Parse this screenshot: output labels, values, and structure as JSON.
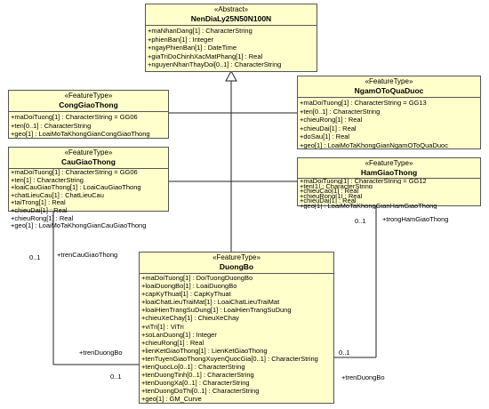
{
  "classes": {
    "abstract": {
      "stereotype": "«Abstract»",
      "name": "NenDiaLy25N50N100N",
      "attributes": [
        "+maNhanDang[1] : CharacterString",
        "+phienBan[1] : Integer",
        "+ngayPhienBan[1] : DateTime",
        "+giaTriDoChinhXacMatPhang[1] : Real",
        "+nguyenNhanThayDoi[0..1] : CharacterString"
      ]
    },
    "congGiaoThong": {
      "stereotype": "«FeatureType»",
      "name": "CongGiaoThong",
      "attributes": [
        "+maDoiTuong[1] : CharacterString = GG06",
        "+ten[0..1] : CharacterString",
        "+geo[1] : LoaiMoTaKhongGianCongGiaoThong"
      ]
    },
    "ngamOTo": {
      "stereotype": "«FeatureType»",
      "name": "NgamOToQuaDuoc",
      "attributes": [
        "+maDoiTuong[1] : CharacterString = GG13",
        "+ten[0..1] : CharacterString",
        "+chieuRong[1] : Real",
        "+chieuDai[1] : Real",
        "+doSau[1] : Real",
        "+geo[1] : LoaiMoTaKhongGianNgamOToQuaDuoc"
      ]
    },
    "cauGiaoThong": {
      "stereotype": "«FeatureType»",
      "name": "CauGiaoThong",
      "attributes": [
        "+maDoiTuong[1] : CharacterString = GG06",
        "+ten[1] : CharacterString",
        "+loaiCauGiaoThong[1] : LoaiCauGiaoThong",
        "+chatLieuCau[1] : ChatLieuCau",
        "+taiTrong[1] : Real",
        "+chieuDai[1] : Real",
        "+chieuRong[1] : Real",
        "+geo[1] : LoaiMoTaKhongGianCauGiaoThong"
      ]
    },
    "hamGiaoThong": {
      "stereotype": "«FeatureType»",
      "name": "HamGiaoThong",
      "attributes": [
        "+maDoiTuong[1] : CharacterString = GG12",
        "+ten[1] : CharacterString",
        "+chieuCao[1] : Real",
        "+chieuRong[1] : Real",
        "+chieuDai[1] : Real",
        "+geo[1] : LoaiMoTaKhongGianHamGiaoThong"
      ]
    },
    "duongBo": {
      "stereotype": "«FeatureType»",
      "name": "DuongBo",
      "attributes": [
        "+maDoiTuong[1] : DoiTuongDuongBo",
        "+loaiDuongBo[1] : LoaiDuongBo",
        "+capKyThuat[1] : CapKyThuat",
        "+loaiChatLieuTraiMat[1] : LoaiChatLieuTraiMat",
        "+loaiHienTrangSuDung[1] : LoaiHienTrangSuDung",
        "+chieuXeChay[1] : ChieuXeChay",
        "+viTri[1] : ViTri",
        "+soLanDuong[1] : Integer",
        "+chieuRong[1] : Real",
        "+lienKetGiaoThong[1] : LienKetGiaoThong",
        "+tenTuyenGiaoThongXuyenQuocGia[0..1] : CharacterString",
        "+tenQuocLo[0..1] : CharacterString",
        "+tenDuongTinh[0..1] : CharacterString",
        "+tenDuongXa[0..1] : CharacterString",
        "+tenDuongDoThi[0..1] : CharacterString",
        "+geo[1] : GM_Curve"
      ]
    }
  },
  "labels": {
    "cauRole": "+trenCauGiaoThong",
    "cauMult": "0..1",
    "hamRole": "+trongHamGiaoThong",
    "hamMult": "0..1",
    "leftRole": "+trenDuongBo",
    "leftMult": "0..1",
    "rightRole": "+trenDuongBo",
    "rightMult": "0..1"
  }
}
